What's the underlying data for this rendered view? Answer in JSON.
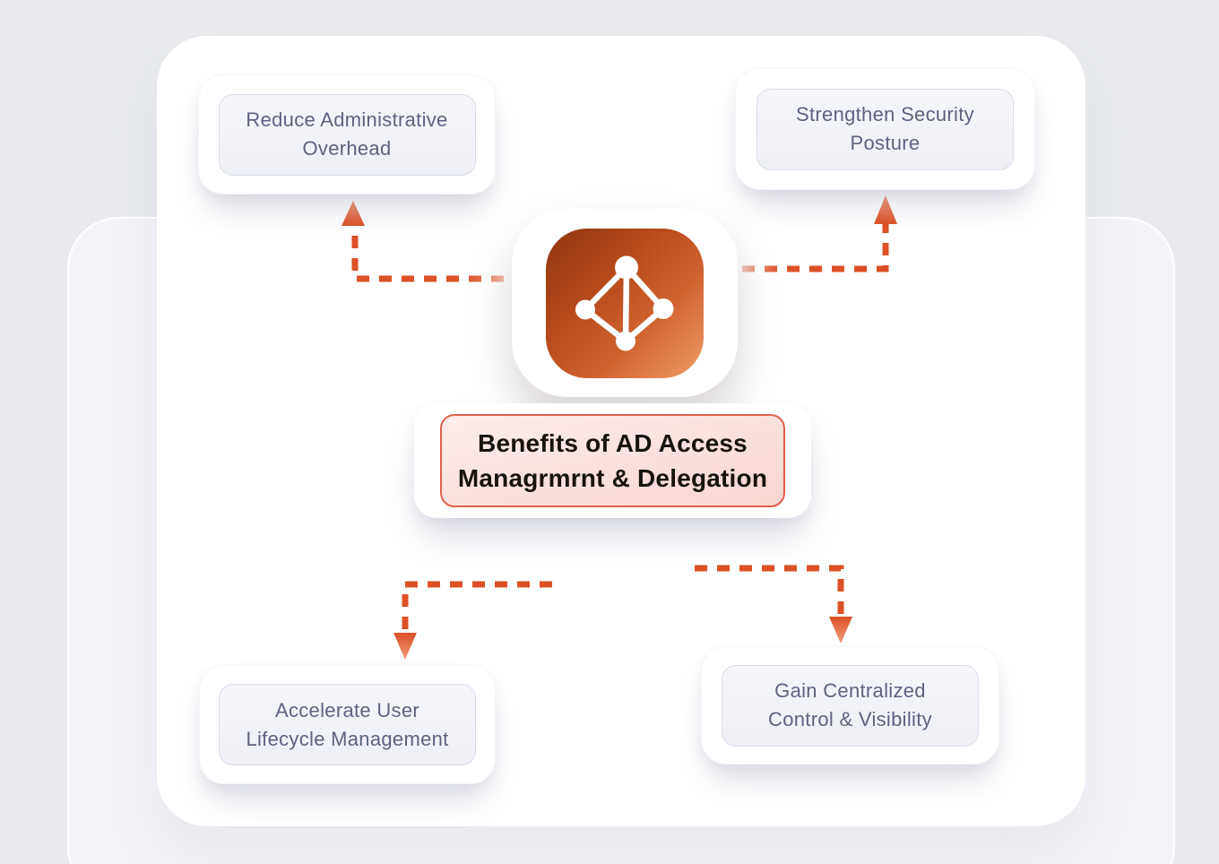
{
  "title": {
    "lines": [
      "Benefits of AD Access",
      "Managrmrnt & Delegation"
    ]
  },
  "benefits": [
    {
      "id": "reduce-administrative-overhead",
      "position": "top-left",
      "lines": [
        "Reduce Administrative",
        "Overhead"
      ]
    },
    {
      "id": "strengthen-security-posture",
      "position": "top-right",
      "lines": [
        "Strengthen Security",
        "Posture"
      ]
    },
    {
      "id": "accelerate-user-lifecycle-management",
      "position": "bottom-left",
      "lines": [
        "Accelerate User",
        "Lifecycle Management"
      ]
    },
    {
      "id": "gain-centralized-control-visibility",
      "position": "bottom-right",
      "lines": [
        "Gain Centralized",
        "Control & Visibility"
      ]
    }
  ],
  "icon": {
    "name": "active-directory-network-icon",
    "gradient": [
      "#8f3610",
      "#c24f1e",
      "#f09e68"
    ],
    "glyph_color": "#ffffff"
  },
  "colors": {
    "page_background": "#e9ebee",
    "panel_background": "#f3f4f8",
    "card_background": "#ffffff",
    "connector": "#dc5126",
    "connector_faded": "#f3cabc",
    "benefit_text": "#5d6380",
    "benefit_box_fill": "#f2f3f9",
    "benefit_box_border": "#d9dce9",
    "title_text": "#17130e",
    "title_box_border": "#e0604a",
    "title_box_fill": "#f9dcd7"
  }
}
